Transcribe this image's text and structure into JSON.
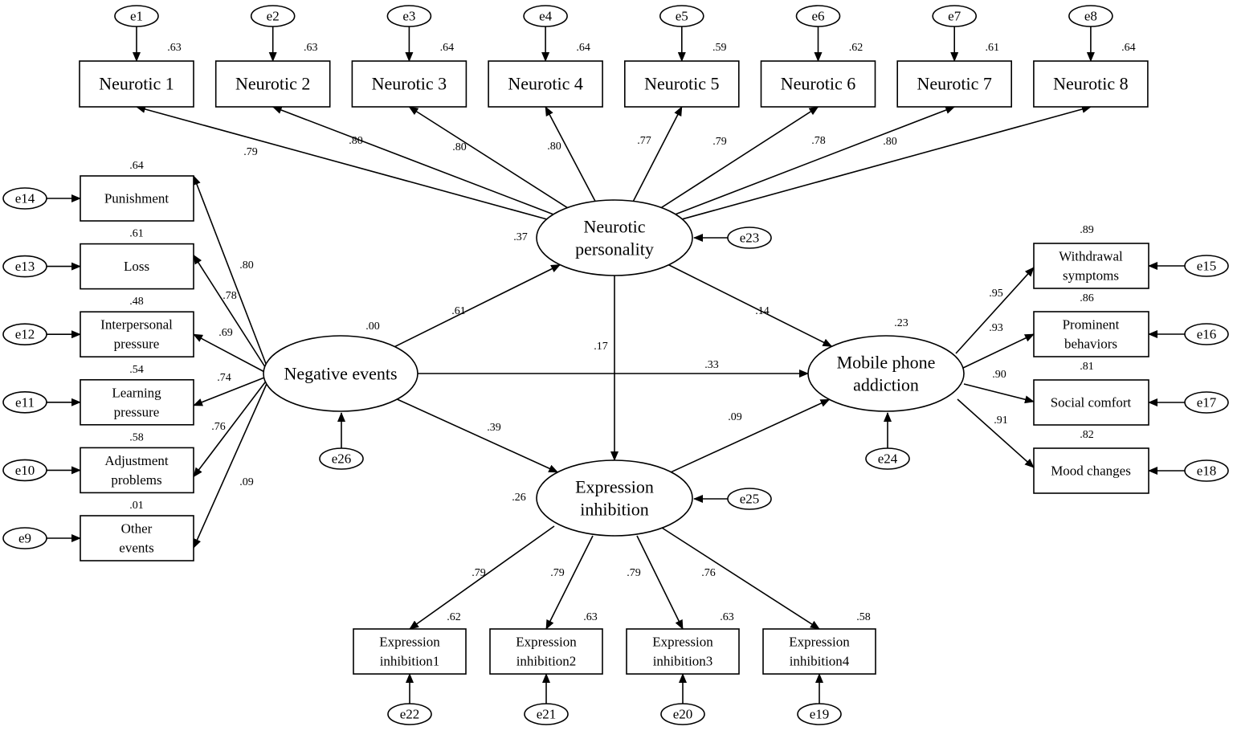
{
  "latent": {
    "neg": {
      "lines": [
        "Negative events"
      ]
    },
    "neur": {
      "lines": [
        "Neurotic",
        "personality"
      ]
    },
    "expr": {
      "lines": [
        "Expression",
        "inhibition"
      ]
    },
    "mob": {
      "lines": [
        "Mobile phone",
        "addiction"
      ]
    }
  },
  "latent_r2": {
    "neg": ".00",
    "neur": ".37",
    "expr": ".26",
    "mob": ".23"
  },
  "structural": {
    "neg_neur": ".61",
    "neg_expr": ".39",
    "neg_mob": ".33",
    "neur_expr": ".17",
    "neur_mob": ".14",
    "expr_mob": ".09"
  },
  "disturbances": {
    "neur": "e23",
    "expr": "e25",
    "mob": "e24",
    "neg": "e26"
  },
  "neurotic_items": [
    {
      "label": "Neurotic 1",
      "error": "e1",
      "r2": ".63",
      "loading": ".79"
    },
    {
      "label": "Neurotic 2",
      "error": "e2",
      "r2": ".63",
      "loading": ".80"
    },
    {
      "label": "Neurotic 3",
      "error": "e3",
      "r2": ".64",
      "loading": ".80"
    },
    {
      "label": "Neurotic 4",
      "error": "e4",
      "r2": ".64",
      "loading": ".80"
    },
    {
      "label": "Neurotic 5",
      "error": "e5",
      "r2": ".59",
      "loading": ".77"
    },
    {
      "label": "Neurotic 6",
      "error": "e6",
      "r2": ".62",
      "loading": ".79"
    },
    {
      "label": "Neurotic 7",
      "error": "e7",
      "r2": ".61",
      "loading": ".78"
    },
    {
      "label": "Neurotic 8",
      "error": "e8",
      "r2": ".64",
      "loading": ".80"
    }
  ],
  "negative_items": [
    {
      "lines": [
        "Punishment"
      ],
      "error": "e14",
      "r2": ".64",
      "loading": ".80"
    },
    {
      "lines": [
        "Loss"
      ],
      "error": "e13",
      "r2": ".61",
      "loading": ".78"
    },
    {
      "lines": [
        "Interpersonal",
        "pressure"
      ],
      "error": "e12",
      "r2": ".48",
      "loading": ".69"
    },
    {
      "lines": [
        "Learning",
        "pressure"
      ],
      "error": "e11",
      "r2": ".54",
      "loading": ".74"
    },
    {
      "lines": [
        "Adjustment",
        "problems"
      ],
      "error": "e10",
      "r2": ".58",
      "loading": ".76"
    },
    {
      "lines": [
        "Other",
        "events"
      ],
      "error": "e9",
      "r2": ".01",
      "loading": ".09"
    }
  ],
  "addiction_items": [
    {
      "lines": [
        "Withdrawal",
        "symptoms"
      ],
      "error": "e15",
      "r2": ".89",
      "loading": ".95"
    },
    {
      "lines": [
        "Prominent",
        "behaviors"
      ],
      "error": "e16",
      "r2": ".86",
      "loading": ".93"
    },
    {
      "lines": [
        "Social comfort"
      ],
      "error": "e17",
      "r2": ".81",
      "loading": ".90"
    },
    {
      "lines": [
        "Mood changes"
      ],
      "error": "e18",
      "r2": ".82",
      "loading": ".91"
    }
  ],
  "expression_items": [
    {
      "lines": [
        "Expression",
        "inhibition1"
      ],
      "error": "e22",
      "r2": ".62",
      "loading": ".79"
    },
    {
      "lines": [
        "Expression",
        "inhibition2"
      ],
      "error": "e21",
      "r2": ".63",
      "loading": ".79"
    },
    {
      "lines": [
        "Expression",
        "inhibition3"
      ],
      "error": "e20",
      "r2": ".63",
      "loading": ".79"
    },
    {
      "lines": [
        "Expression",
        "inhibition4"
      ],
      "error": "e19",
      "r2": ".58",
      "loading": ".76"
    }
  ]
}
